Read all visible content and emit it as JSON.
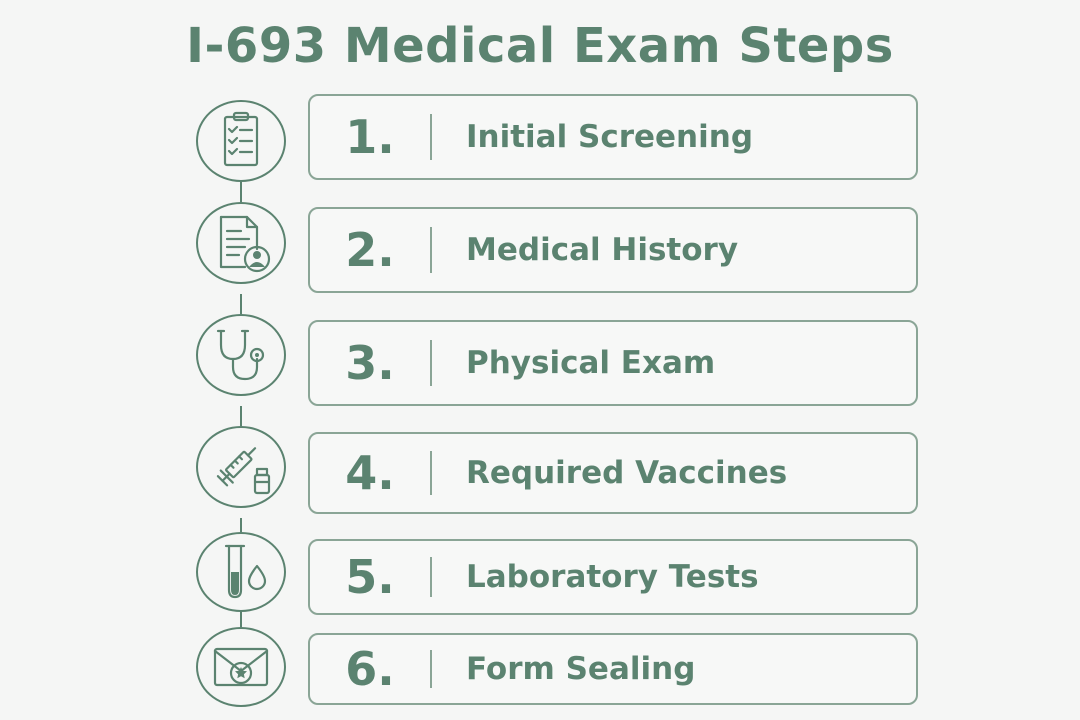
{
  "title": "I-693 Medical Exam Steps",
  "colors": {
    "accent": "#5b8370",
    "border": "#8aa596",
    "background": "#f5f6f5"
  },
  "steps": [
    {
      "number": "1.",
      "label": "Initial Screening",
      "icon": "clipboard-checklist-icon"
    },
    {
      "number": "2.",
      "label": "Medical History",
      "icon": "document-person-icon"
    },
    {
      "number": "3.",
      "label": "Physical Exam",
      "icon": "stethoscope-icon"
    },
    {
      "number": "4.",
      "label": "Required Vaccines",
      "icon": "syringe-vial-icon"
    },
    {
      "number": "5.",
      "label": "Laboratory Tests",
      "icon": "test-tube-drop-icon"
    },
    {
      "number": "6.",
      "label": "Form Sealing",
      "icon": "sealed-envelope-icon"
    }
  ]
}
